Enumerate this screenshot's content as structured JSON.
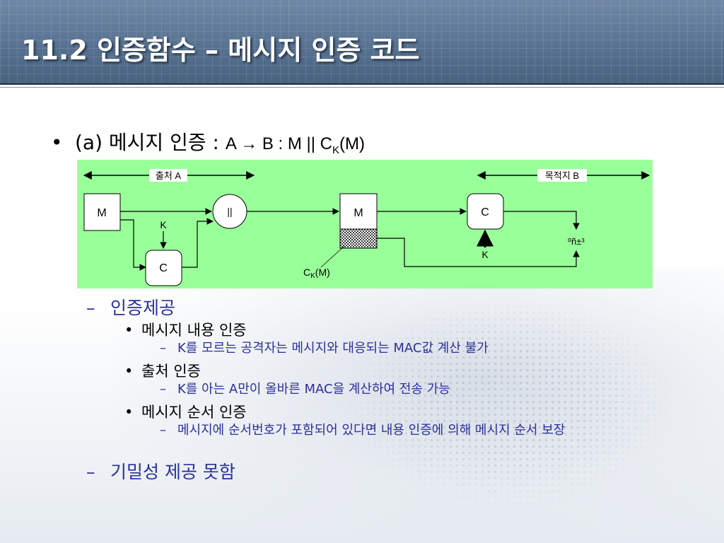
{
  "title": "11.2 인증함수 – 메시지 인증 코드",
  "main_bullet": {
    "label": "(a) 메시지 인증 : ",
    "formula_prefix": "A → B : M || C",
    "formula_sub": "K",
    "formula_suffix": "(M)"
  },
  "diagram": {
    "source_label": "출처 A",
    "dest_label": "목적지 B",
    "box_m1": "M",
    "box_c1": "C",
    "concat": "||",
    "key1": "K",
    "box_m2": "M",
    "box_c2": "C",
    "key2": "K",
    "compare_label": "ºñ±³",
    "mac_label_prefix": "C",
    "mac_label_sub": "K",
    "mac_label_suffix": "(M)"
  },
  "list": {
    "item1": {
      "mark": "–",
      "text": "인증제공"
    },
    "item1_sub1": {
      "mark": "•",
      "text": "메시지 내용 인증"
    },
    "item1_sub1_detail": {
      "mark": "–",
      "text": "K를 모르는 공격자는 메시지와 대응되는 MAC값 계산 불가"
    },
    "item1_sub2": {
      "mark": "•",
      "text": "출처 인증"
    },
    "item1_sub2_detail": {
      "mark": "–",
      "text": "K를 아는 A만이 올바른 MAC을 계산하여 전송 가능"
    },
    "item1_sub3": {
      "mark": "•",
      "text": "메시지 순서 인증"
    },
    "item1_sub3_detail": {
      "mark": "–",
      "text": "메시지에 순서번호가 포함되어 있다면 내용 인증에 의해 메시지 순서 보장"
    },
    "item2": {
      "mark": "–",
      "text": "기밀성 제공 못함"
    }
  },
  "colors": {
    "diagram_bg": "#99ff99",
    "header_bg": "#56718f",
    "sub_text": "#2b2f9c"
  }
}
